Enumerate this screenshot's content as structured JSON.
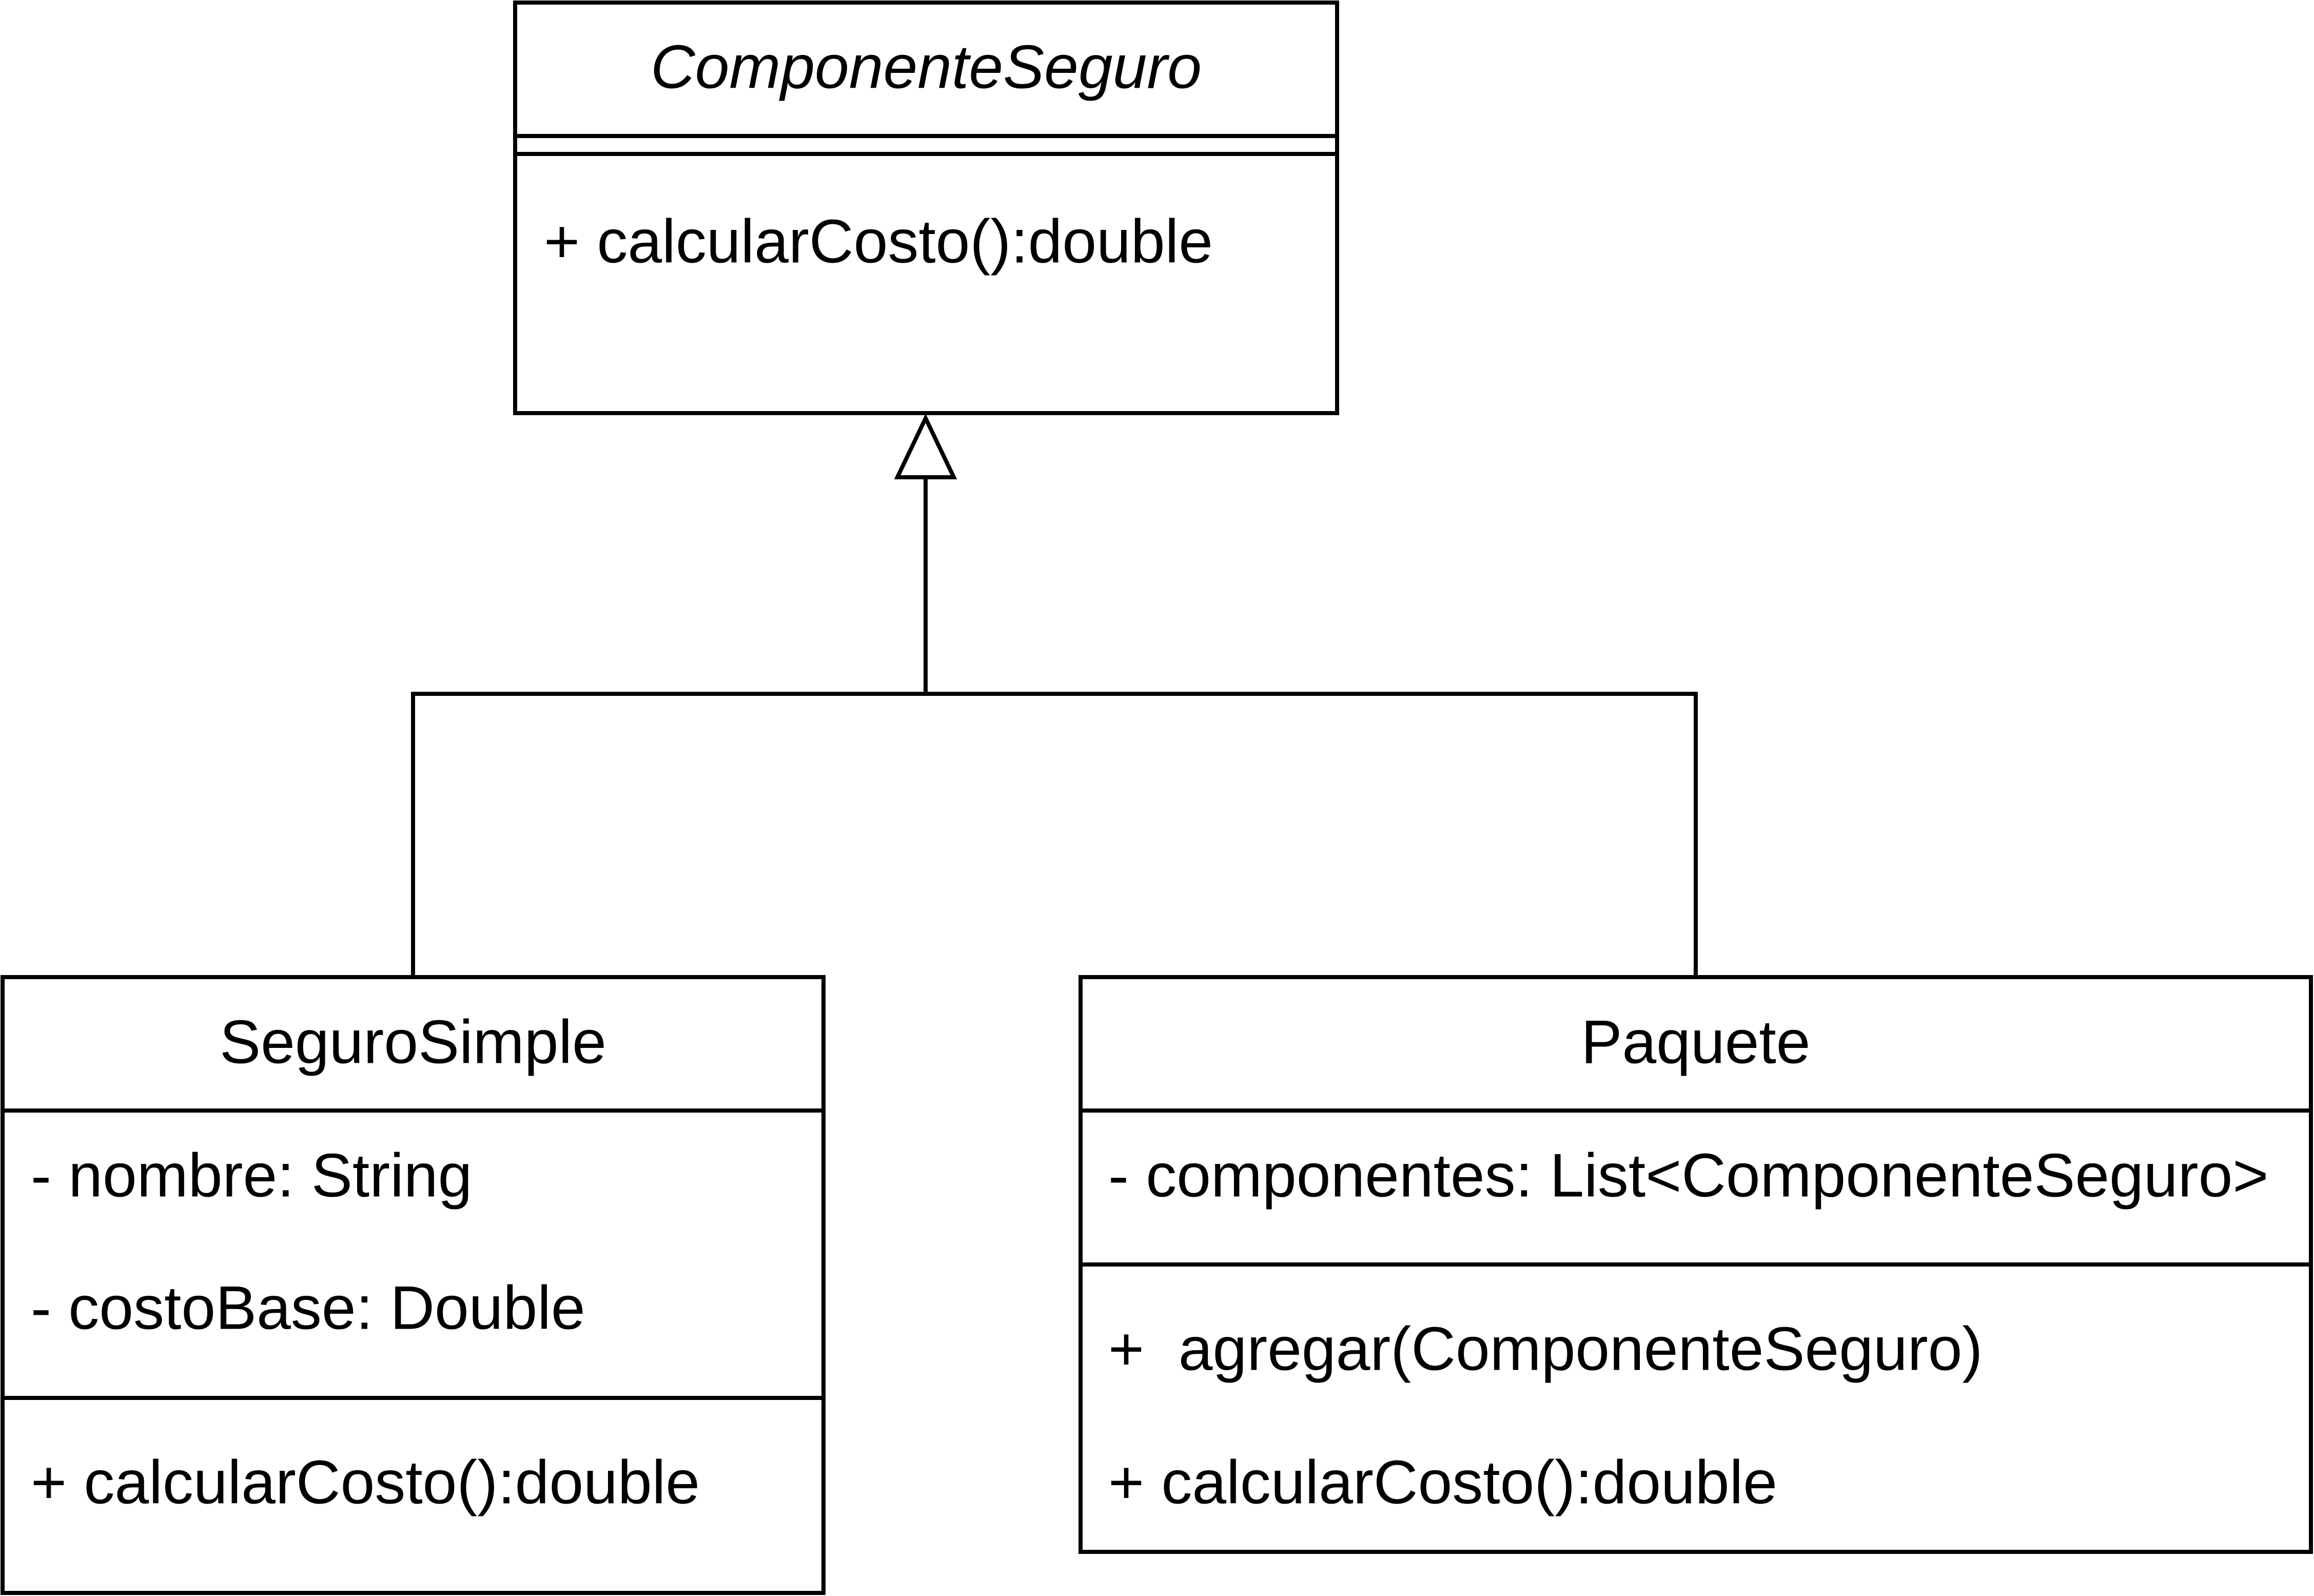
{
  "classes": {
    "componente_seguro": {
      "name": "ComponenteSeguro",
      "methods": [
        "+ calcularCosto():double"
      ]
    },
    "seguro_simple": {
      "name": "SeguroSimple",
      "attributes": [
        "- nombre: String",
        "- costoBase: Double"
      ],
      "methods": [
        "+ calcularCosto():double"
      ]
    },
    "paquete": {
      "name": "Paquete",
      "attributes": [
        "- componentes: List<ComponenteSeguro>"
      ],
      "methods": [
        "+  agregar(ComponenteSeguro)",
        "+ calcularCosto():double"
      ]
    }
  }
}
